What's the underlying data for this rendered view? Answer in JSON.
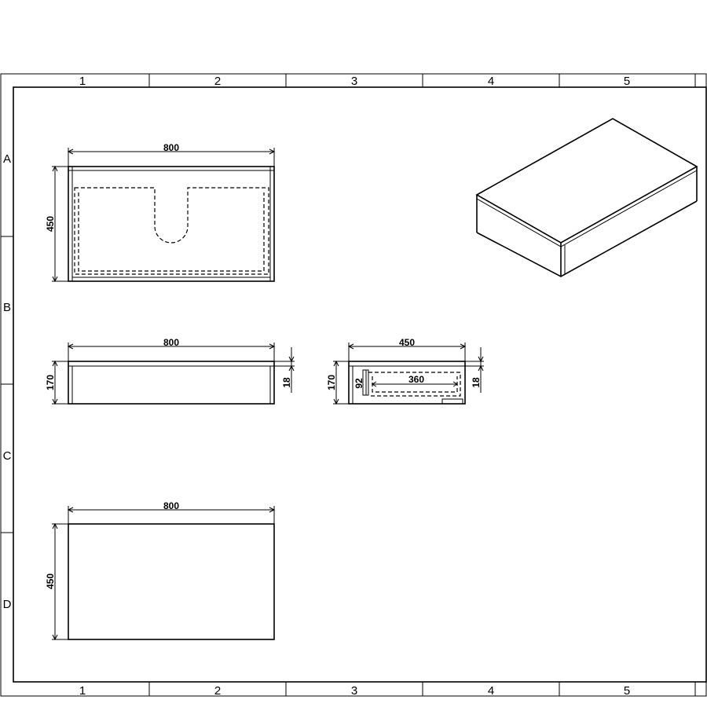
{
  "border": {
    "columns": [
      "1",
      "2",
      "3",
      "4",
      "5"
    ],
    "rows": [
      "A",
      "B",
      "C",
      "D"
    ]
  },
  "views": {
    "top_view": {
      "width_label": "800",
      "depth_label": "450"
    },
    "front_view": {
      "width_label": "800",
      "height_label": "170",
      "top_thickness_label": "18"
    },
    "side_view": {
      "width_label": "450",
      "height_label": "170",
      "top_thickness_label": "18",
      "drawer_height_label": "92",
      "drawer_depth_label": "360"
    },
    "bottom_view": {
      "width_label": "800",
      "depth_label": "450"
    }
  }
}
